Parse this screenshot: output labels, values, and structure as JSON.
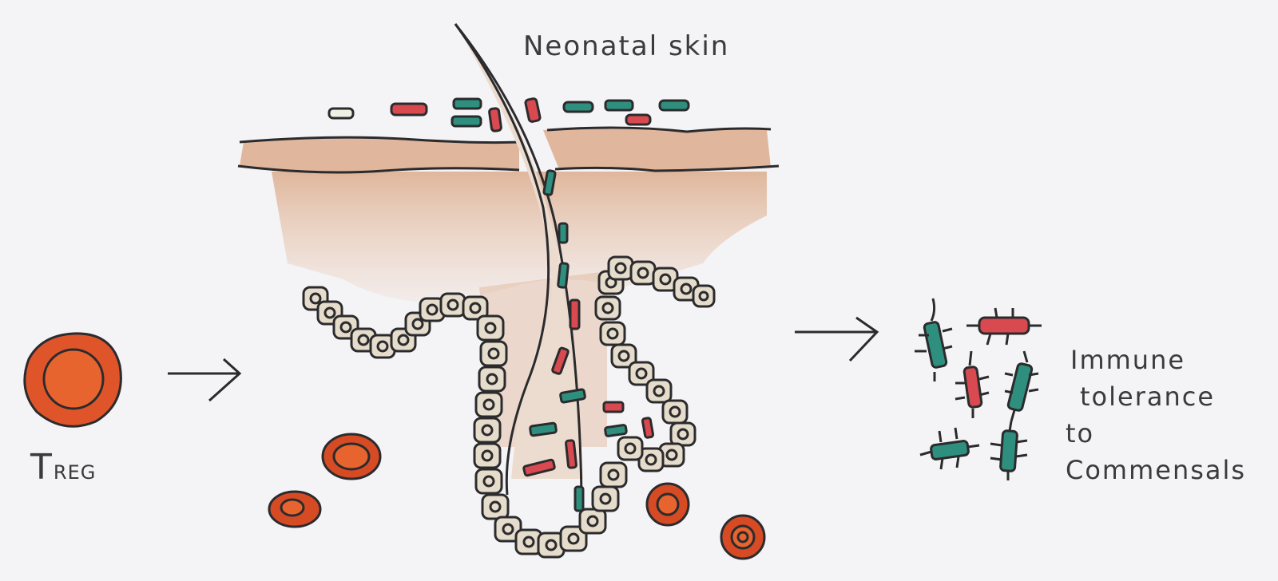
{
  "diagram": {
    "title": "Neonatal skin",
    "cell_label": {
      "main": "T",
      "subscript": "REG"
    },
    "outcome_lines": [
      "Immune",
      "tolerance",
      "to Commensals"
    ],
    "flow": [
      "Treg cell",
      "Neonatal skin / hair follicle",
      "Commensal bacteria",
      "Immune tolerance to commensals"
    ],
    "colors": {
      "background": "#f4f3f5",
      "treg_orange": "#e0542a",
      "skin_tan": "#d9a27e",
      "follicle_cell": "#e6dccb",
      "bacteria_teal": "#2f8f7e",
      "bacteria_red": "#d84a50",
      "ink": "#2b2b2e"
    }
  }
}
